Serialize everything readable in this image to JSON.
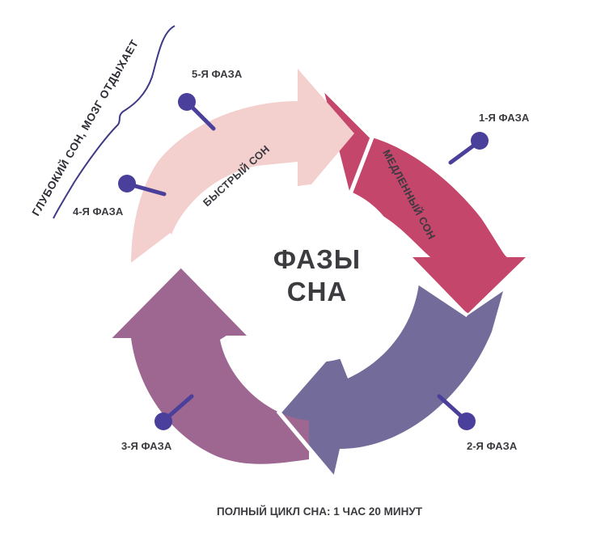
{
  "title_line1": "ФАЗЫ",
  "title_line2": "СНА",
  "phases": [
    {
      "label": "1-Я ФАЗА",
      "color": "#c4466b"
    },
    {
      "label": "2-Я ФАЗА",
      "color": "#736b99"
    },
    {
      "label": "3-Я ФАЗА",
      "color": "#9e6791"
    },
    {
      "label": "4-Я ФАЗА",
      "color": "#f3cfcd"
    },
    {
      "label": "5-Я ФАЗА",
      "color": "#f3cfcd"
    }
  ],
  "segments": {
    "slow_sleep": "МЕДЛЕННЫЙ СОН",
    "fast_sleep": "БЫСТРЫЙ СОН"
  },
  "deep_sleep_note": "ГЛУБОКИЙ СОН, МОЗГ ОТДЫХАЕТ",
  "footer": "ПОЛНЫЙ ЦИКЛ СНА: 1 ЧАС 20 МИНУТ",
  "marker_color": "#4a3f9a"
}
